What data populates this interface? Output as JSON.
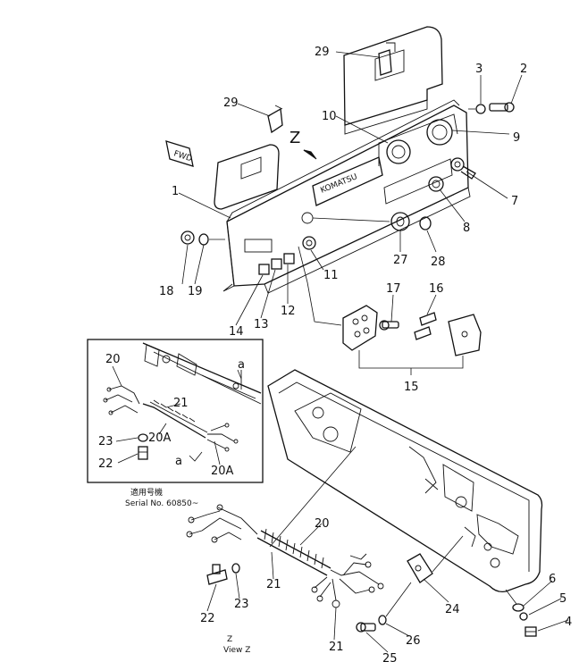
{
  "callouts": [
    {
      "id": "c29a",
      "text": "29"
    },
    {
      "id": "c29b",
      "text": "29"
    },
    {
      "id": "c3",
      "text": "3"
    },
    {
      "id": "c2",
      "text": "2"
    },
    {
      "id": "c10",
      "text": "10"
    },
    {
      "id": "c9",
      "text": "9"
    },
    {
      "id": "c1",
      "text": "1"
    },
    {
      "id": "c7",
      "text": "7"
    },
    {
      "id": "c8",
      "text": "8"
    },
    {
      "id": "c27",
      "text": "27"
    },
    {
      "id": "c28",
      "text": "28"
    },
    {
      "id": "c18",
      "text": "18"
    },
    {
      "id": "c19",
      "text": "19"
    },
    {
      "id": "c11",
      "text": "11"
    },
    {
      "id": "c14",
      "text": "14"
    },
    {
      "id": "c13",
      "text": "13"
    },
    {
      "id": "c12",
      "text": "12"
    },
    {
      "id": "c17",
      "text": "17"
    },
    {
      "id": "c16",
      "text": "16"
    },
    {
      "id": "c15",
      "text": "15"
    },
    {
      "id": "c20i",
      "text": "20"
    },
    {
      "id": "c21i",
      "text": "21"
    },
    {
      "id": "c20Aa",
      "text": "20A"
    },
    {
      "id": "c20Ab",
      "text": "20A"
    },
    {
      "id": "c23i",
      "text": "23"
    },
    {
      "id": "c22i",
      "text": "22"
    },
    {
      "id": "c20",
      "text": "20"
    },
    {
      "id": "c21a",
      "text": "21"
    },
    {
      "id": "c21b",
      "text": "21"
    },
    {
      "id": "c22",
      "text": "22"
    },
    {
      "id": "c23",
      "text": "23"
    },
    {
      "id": "c24",
      "text": "24"
    },
    {
      "id": "c25",
      "text": "25"
    },
    {
      "id": "c26",
      "text": "26"
    },
    {
      "id": "c6",
      "text": "6"
    },
    {
      "id": "c5",
      "text": "5"
    },
    {
      "id": "c4",
      "text": "4"
    }
  ],
  "view_marks": [
    {
      "id": "z_big",
      "text": "Z"
    },
    {
      "id": "a_top",
      "text": "a"
    },
    {
      "id": "a_bottom",
      "text": "a"
    }
  ],
  "panel_text": {
    "brand": "KOMATSU",
    "fwd_badge": "FWD"
  },
  "inset_caption": {
    "line1": "適用号機",
    "line2": "Serial No. 60850~"
  },
  "view_caption": {
    "line1": "Z",
    "line2": "View Z"
  }
}
